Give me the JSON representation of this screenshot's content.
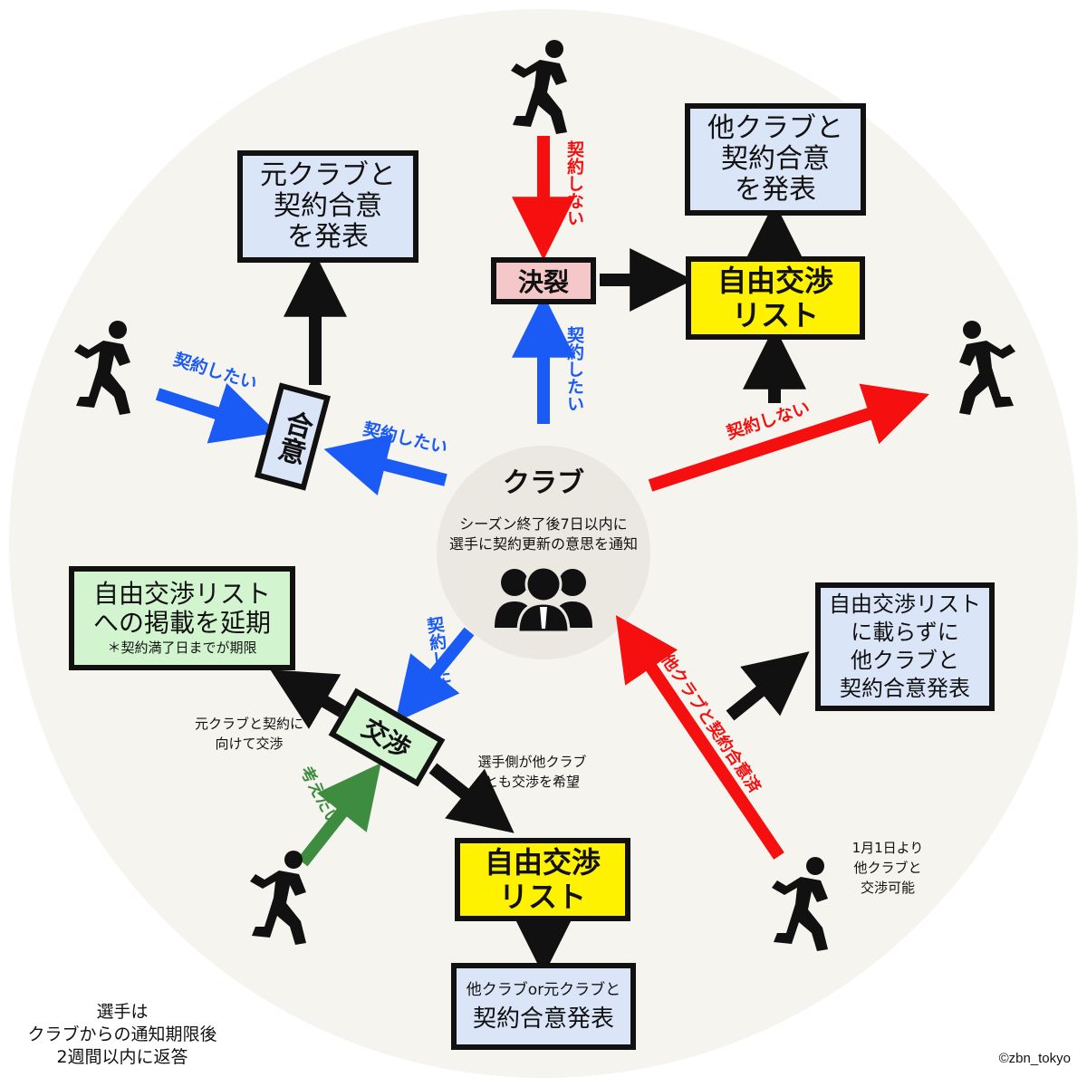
{
  "colors": {
    "circle_bg": "#f6f4ef",
    "center_bg": "#ebe7e1",
    "blue_arrow": "#1a5af5",
    "red_arrow": "#f50f0f",
    "green_arrow": "#3d8c40",
    "black_arrow": "#111111",
    "blue_box": "#dbe5f8",
    "yellow_box": "#fff200",
    "green_box": "#d2f5d0",
    "pink_box": "#f4c8c8"
  },
  "center": {
    "title": "クラブ",
    "desc": [
      "シーズン終了後7日以内に",
      "選手に契約更新の意思を通知"
    ],
    "icon": "group-of-people-icon"
  },
  "boxes": {
    "former_club_announce": [
      "元クラブと",
      "契約合意",
      "を発表"
    ],
    "other_club_announce_top": [
      "他クラブと",
      "契約合意",
      "を発表"
    ],
    "ketsuretsu": "決裂",
    "free_list_top": [
      "自由交渉",
      "リスト"
    ],
    "goui": "合意",
    "postpone": [
      "自由交渉リスト",
      "への掲載を延期"
    ],
    "postpone_note": "＊契約満了日までが期限",
    "kosho": "交渉",
    "free_list_bottom": [
      "自由交渉",
      "リスト"
    ],
    "other_or_former_announce": [
      "他クラブor元クラブと",
      "契約合意発表"
    ],
    "not_listed_announce": [
      "自由交渉リスト",
      "に載らずに",
      "他クラブと",
      "契約合意発表"
    ]
  },
  "arrow_labels": {
    "want_contract": "契約したい",
    "no_contract": "契約しない",
    "want_to_think": "考えたい",
    "agreed_with_other": "他クラブと契約合意済"
  },
  "notes": {
    "negotiate_former": [
      "元クラブと契約に",
      "向けて交渉"
    ],
    "player_wants_other": [
      "選手側が他クラブ",
      "とも交渉を希望"
    ],
    "jan1": [
      "1月1日より",
      "他クラブと",
      "交渉可能"
    ],
    "player_reply": [
      "選手は",
      "クラブからの通知期限後",
      "2週間以内に返答"
    ]
  },
  "credit": "©zbn_tokyo",
  "icons": [
    "running-player-icon"
  ]
}
